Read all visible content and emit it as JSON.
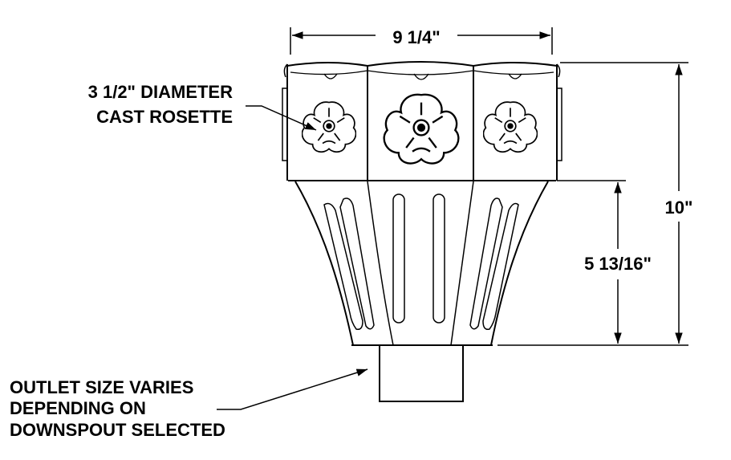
{
  "dimensions": {
    "width": "9 1/4\"",
    "height_total": "10\"",
    "height_lower": "5 13/16\""
  },
  "callouts": {
    "rosette": [
      "3 1/2\" DIAMETER",
      "CAST ROSETTE"
    ],
    "outlet": [
      "OUTLET SIZE VARIES",
      "DEPENDING ON",
      "DOWNSPOUT SELECTED"
    ]
  },
  "colors": {
    "line": "#000000",
    "background": "#ffffff"
  }
}
